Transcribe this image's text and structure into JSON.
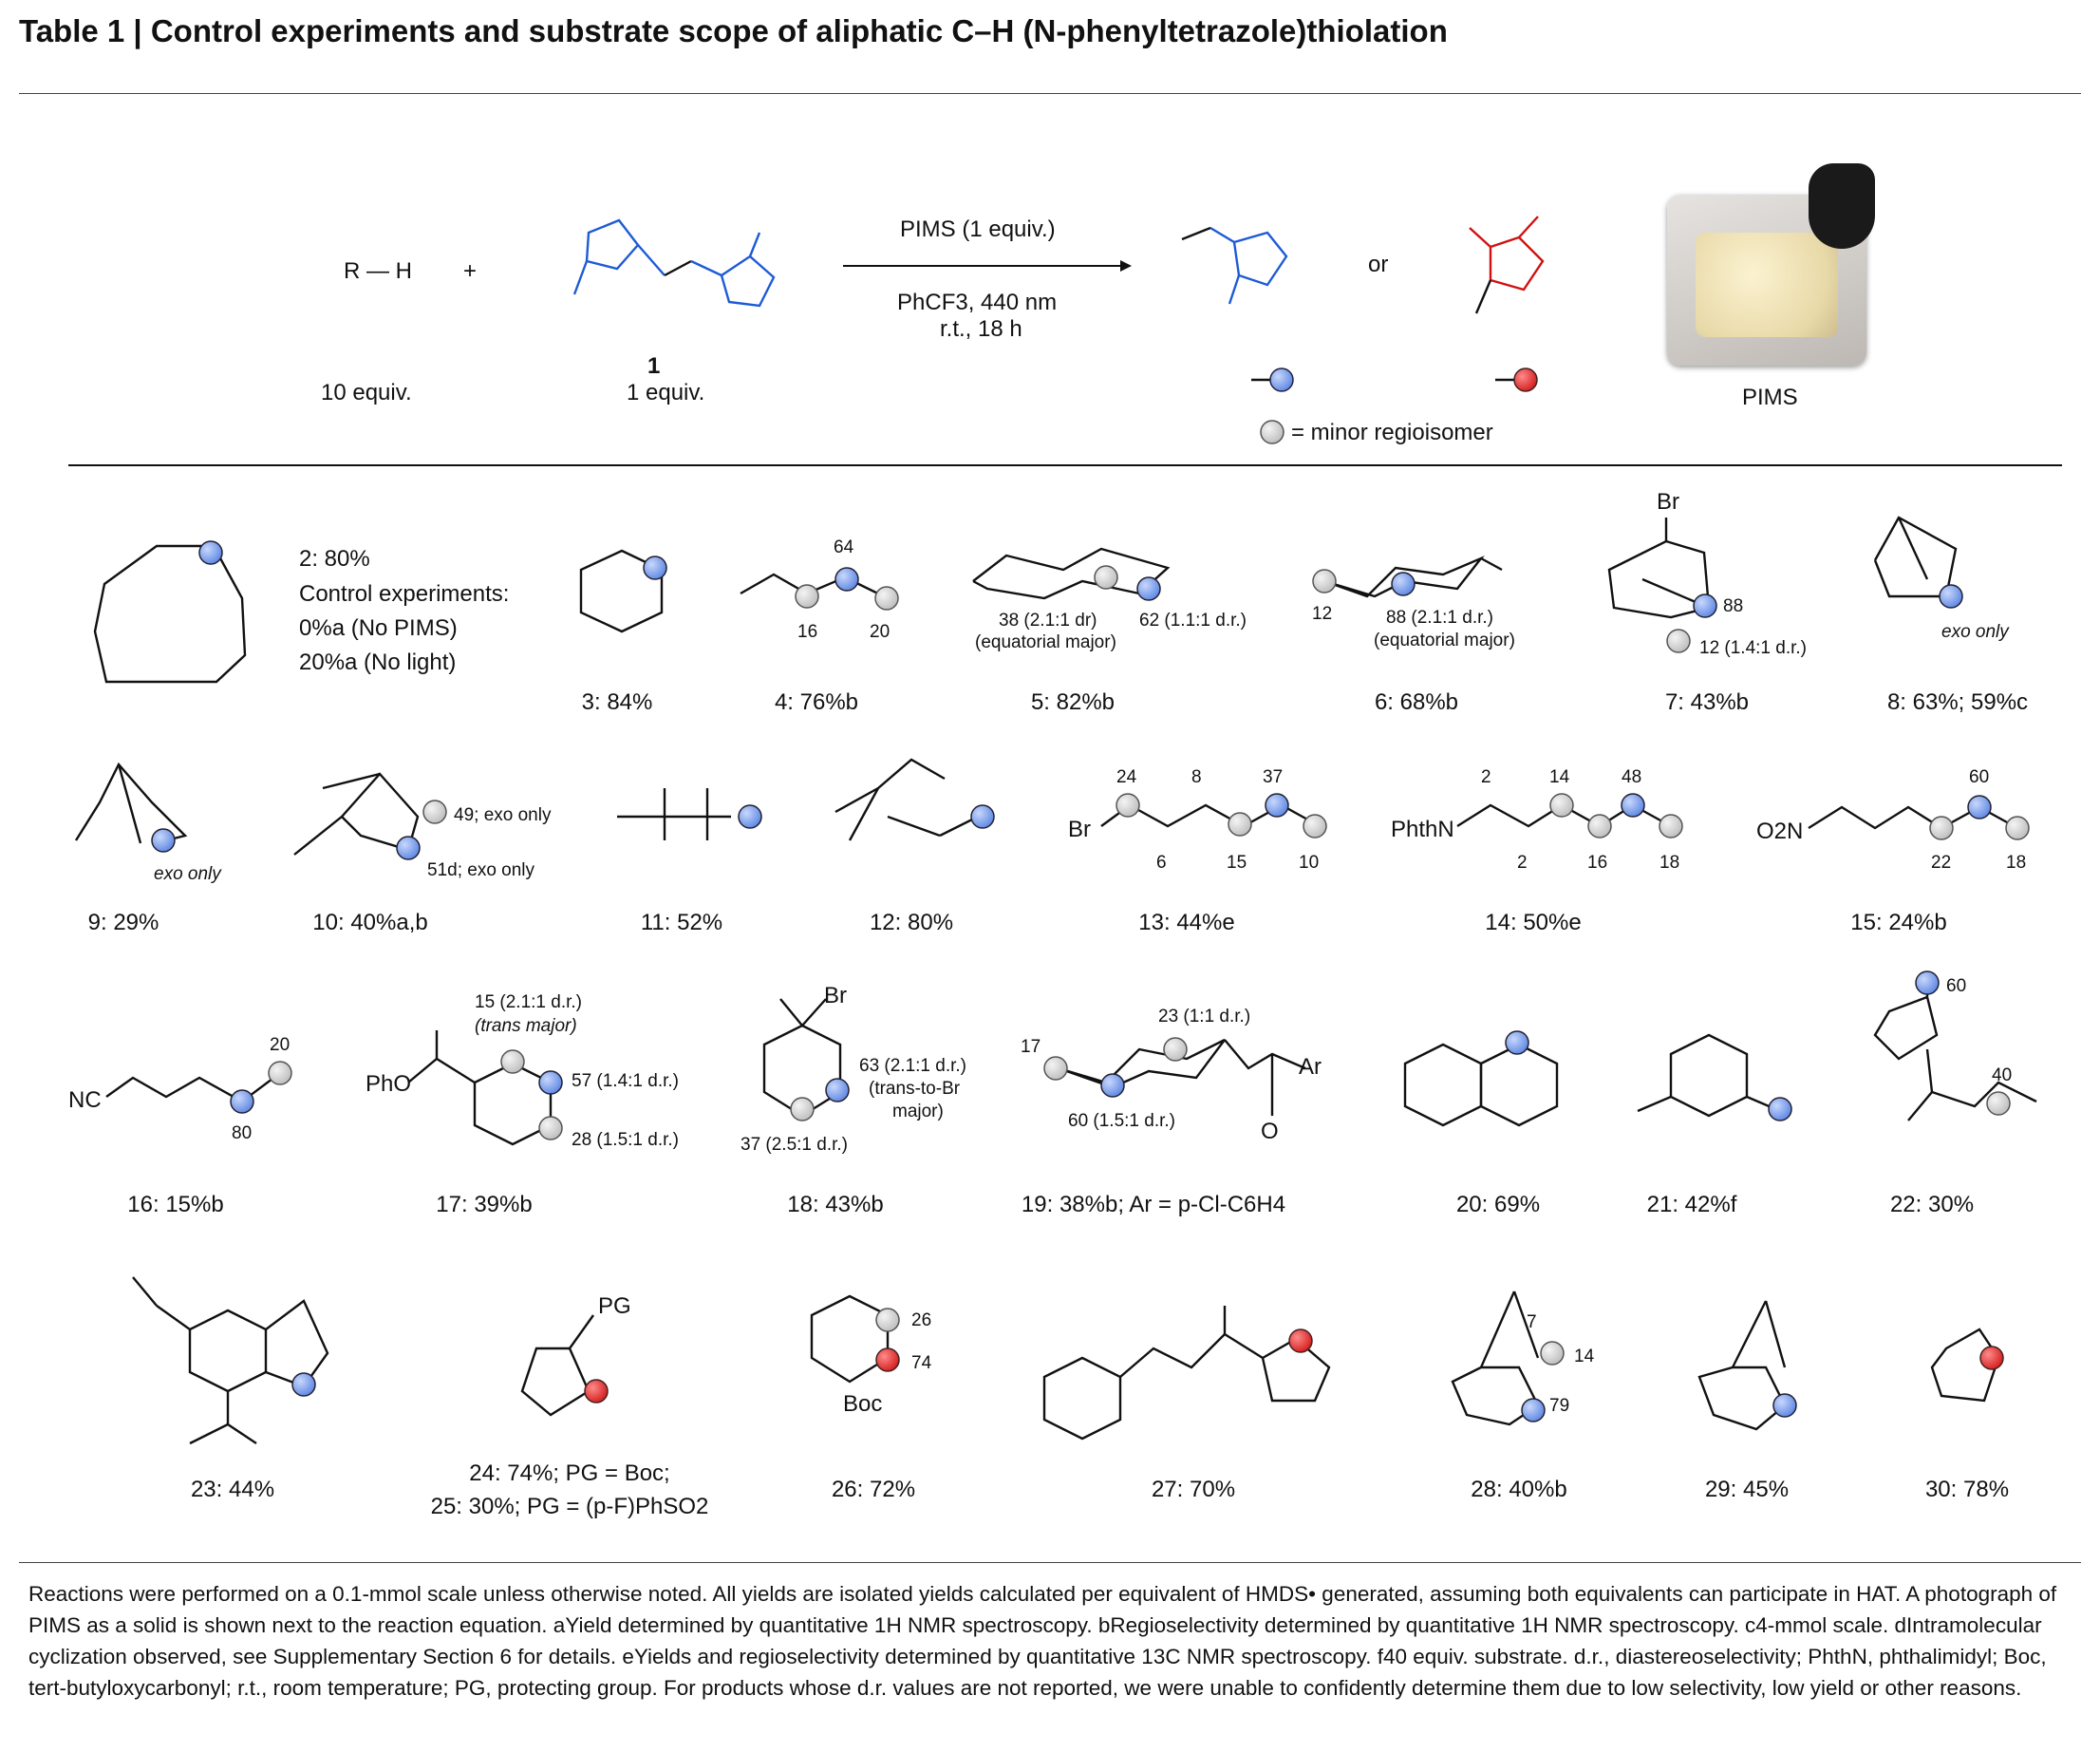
{
  "title": "Table 1 | Control experiments and substrate scope of aliphatic C–H (N-phenyltetrazole)thiolation",
  "scheme": {
    "substrate": "R — H",
    "substrate_equiv": "10 equiv.",
    "reagent_num": "1",
    "reagent_equiv": "1 equiv.",
    "arrow_top": "PIMS (1 equiv.)",
    "arrow_bottom1": "PhCF3, 440 nm",
    "arrow_bottom2": "r.t., 18 h",
    "or": "or",
    "minor": "= minor regioisomer",
    "photo_label": "PIMS"
  },
  "entries": [
    {
      "cap": "2: 80%"
    },
    {
      "cap": "Control experiments:"
    },
    {
      "cap": "0%a (No PIMS)"
    },
    {
      "cap": "20%a (No light)"
    },
    {
      "cap": "3: 84%"
    },
    {
      "cap": "4: 76%b"
    },
    {
      "cap": "5: 82%b"
    },
    {
      "cap": "6: 68%b"
    },
    {
      "cap": "7: 43%b"
    },
    {
      "cap": "8: 63%; 59%c"
    },
    {
      "cap": "9: 29%"
    },
    {
      "cap": "10: 40%a,b"
    },
    {
      "cap": "11: 52%"
    },
    {
      "cap": "12: 80%"
    },
    {
      "cap": "13: 44%e"
    },
    {
      "cap": "14: 50%e"
    },
    {
      "cap": "15: 24%b"
    },
    {
      "cap": "16: 15%b"
    },
    {
      "cap": "17: 39%b"
    },
    {
      "cap": "18: 43%b"
    },
    {
      "cap": "19: 38%b; Ar = p-Cl-C6H4"
    },
    {
      "cap": "20: 69%"
    },
    {
      "cap": "21: 42%f"
    },
    {
      "cap": "22: 30%"
    },
    {
      "cap": "23: 44%"
    },
    {
      "cap": "24: 74%; PG = Boc;"
    },
    {
      "cap": "25: 30%; PG = (p-F)PhSO2"
    },
    {
      "cap": "26: 72%"
    },
    {
      "cap": "27: 70%"
    },
    {
      "cap": "28: 40%b"
    },
    {
      "cap": "29: 45%"
    },
    {
      "cap": "30: 78%"
    }
  ],
  "annotations": {
    "a4_top": "64",
    "a4_l": "16",
    "a4_r": "20",
    "a5_l1": "38 (2.1:1 dr)",
    "a5_l2": "(equatorial major)",
    "a5_r": "62 (1.1:1 d.r.)",
    "a6_l": "12",
    "a6_r1": "88 (2.1:1 d.r.)",
    "a6_r2": "(equatorial major)",
    "a7_br": "Br",
    "a7_88": "88",
    "a7_12": "12 (1.4:1 d.r.)",
    "exo": "exo only",
    "a10_49": "49; exo only",
    "a10_51": "51d; exo only",
    "a13": [
      "24",
      "8",
      "37",
      "6",
      "15",
      "10",
      "Br"
    ],
    "a14": [
      "2",
      "14",
      "48",
      "2",
      "16",
      "18",
      "PhthN"
    ],
    "a15": [
      "60",
      "22",
      "18",
      "O2N"
    ],
    "a16": [
      "20",
      "80",
      "NC"
    ],
    "a17": [
      "15 (2.1:1 d.r.)",
      "(trans major)",
      "57 (1.4:1 d.r.)",
      "28 (1.5:1 d.r.)",
      "PhO"
    ],
    "a18": [
      "Br",
      "63 (2.1:1 d.r.)",
      "(trans-to-Br",
      "major)",
      "37 (2.5:1 d.r.)"
    ],
    "a19": [
      "23 (1:1 d.r.)",
      "17",
      "60 (1.5:1 d.r.)",
      "Ar",
      "O"
    ],
    "a22": [
      "60",
      "40"
    ],
    "a26": [
      "26",
      "74",
      "Boc"
    ],
    "a28": [
      "7",
      "14",
      "79"
    ],
    "pg": "PG"
  },
  "footnote": "Reactions were performed on a 0.1-mmol scale unless otherwise noted. All yields are isolated yields calculated per equivalent of HMDS• generated, assuming both equivalents can participate in HAT. A photograph of PIMS as a solid is shown next to the reaction equation. aYield determined by quantitative 1H NMR spectroscopy. bRegioselectivity determined by quantitative 1H NMR spectroscopy. c4-mmol scale. dIntramolecular cyclization observed, see Supplementary Section 6 for details. eYields and regioselectivity determined by quantitative 13C NMR spectroscopy. f40 equiv. substrate. d.r., diastereoselectivity; PhthN, phthalimidyl; Boc, tert-butyloxycarbonyl; r.t., room temperature; PG, protecting group. For products whose d.r. values are not reported, we were unable to confidently determine them due to low selectivity, low yield or other reasons.",
  "colors": {
    "blue": "#6f97e8",
    "red": "#e03030",
    "gray": "#d6d6d6",
    "tetrazole_blue": "#1d5bd6",
    "thione_red": "#d11111"
  }
}
